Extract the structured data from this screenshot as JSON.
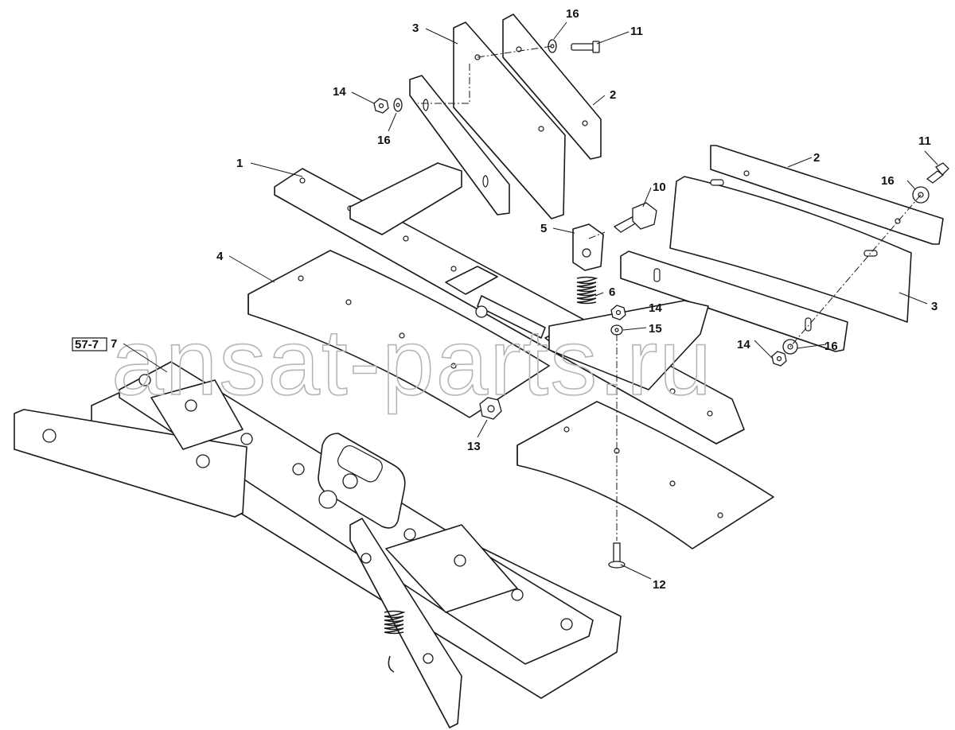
{
  "diagram": {
    "callouts": {
      "c1": "1",
      "c2a": "2",
      "c2b": "2",
      "c3a": "3",
      "c3b": "3",
      "c4": "4",
      "c5": "5",
      "c6": "6",
      "c7": "7",
      "c10": "10",
      "c11a": "11",
      "c11b": "11",
      "c12": "12",
      "c13": "13",
      "c14a": "14",
      "c14b": "14",
      "c14c": "14",
      "c15": "15",
      "c16a": "16",
      "c16b": "16",
      "c16c": "16",
      "c16d": "16"
    },
    "reference_box": "57-7",
    "watermark": "ansat-parts.ru"
  }
}
